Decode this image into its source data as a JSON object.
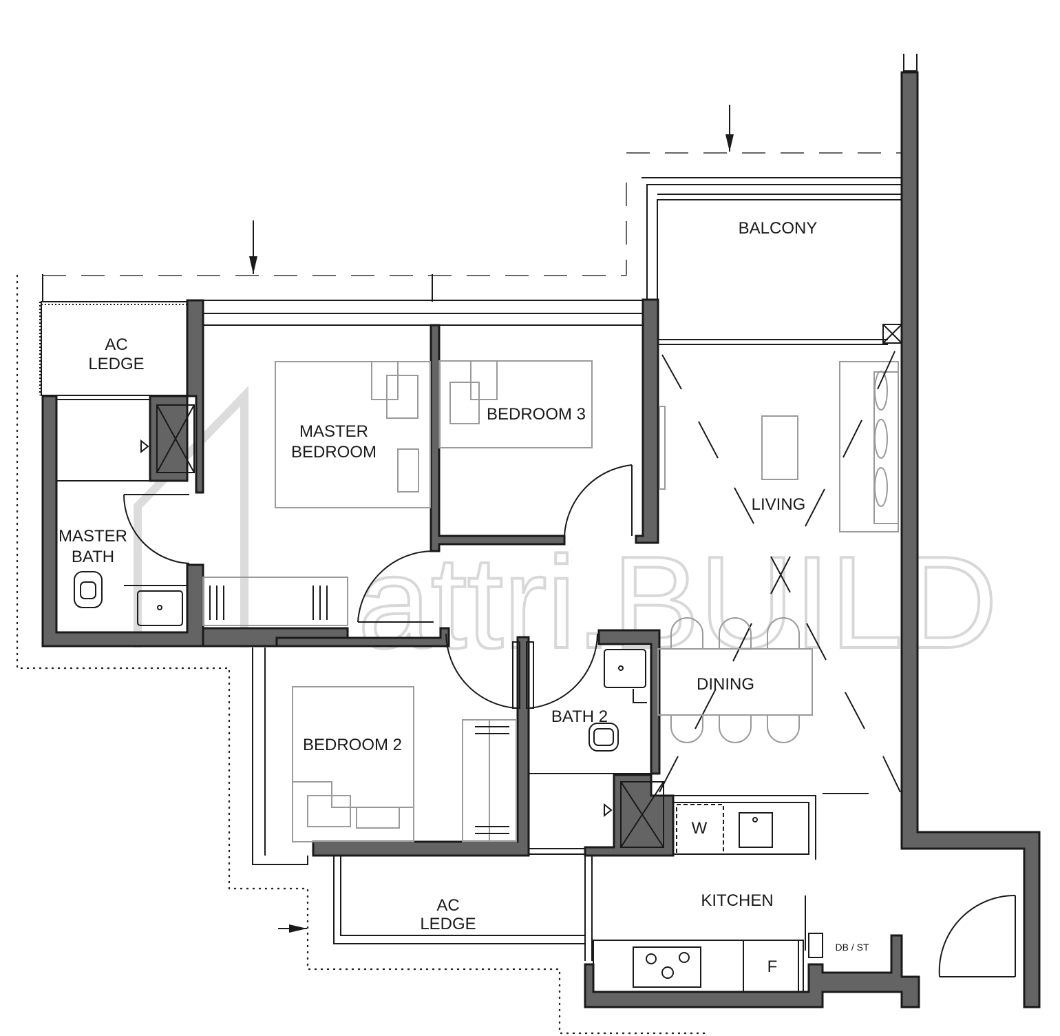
{
  "rooms": {
    "ac_ledge_top": [
      "AC",
      "LEDGE"
    ],
    "master_bath": [
      "MASTER",
      "BATH"
    ],
    "master_bedroom": [
      "MASTER",
      "BEDROOM"
    ],
    "bedroom_3": "BEDROOM 3",
    "balcony": "BALCONY",
    "living": "LIVING",
    "dining": "DINING",
    "bedroom_2": "BEDROOM 2",
    "bath_2": "BATH 2",
    "kitchen": "KITCHEN",
    "ac_ledge_bottom": [
      "AC",
      "LEDGE"
    ],
    "db_st": "DB / ST"
  },
  "appliances": {
    "washer": "W",
    "fridge": "F"
  },
  "watermark": "attri.BUILD",
  "colors": {
    "wall_fill": "#646464",
    "line": "#1a1a1a",
    "furniture": "#9a9a9a",
    "watermark": "#d8d8d8"
  }
}
